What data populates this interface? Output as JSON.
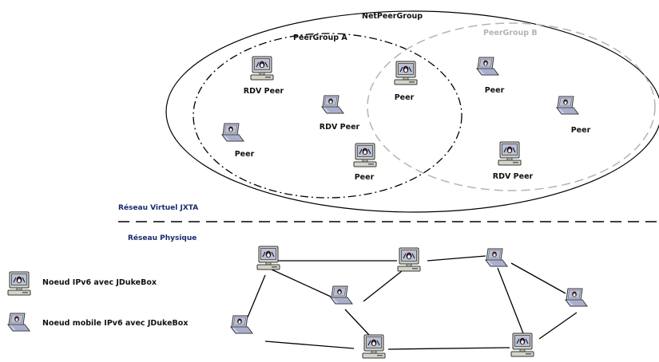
{
  "virtual_network": {
    "groups": {
      "net": "NetPeerGroup",
      "a": "PeerGroup A",
      "b": "PeerGroup B"
    },
    "nodes": [
      {
        "kind": "desktop",
        "label": "RDV Peer"
      },
      {
        "kind": "laptop",
        "label": "RDV Peer"
      },
      {
        "kind": "laptop",
        "label": "Peer"
      },
      {
        "kind": "desktop",
        "label": "Peer"
      },
      {
        "kind": "desktop",
        "label": "Peer"
      },
      {
        "kind": "laptop",
        "label": "Peer"
      },
      {
        "kind": "laptop",
        "label": "Peer"
      },
      {
        "kind": "desktop",
        "label": "RDV Peer"
      }
    ]
  },
  "sections": {
    "virtual": "Réseau Virtuel JXTA",
    "physical": "Réseau Physique"
  },
  "legend": {
    "desktop": "Noeud IPv6 avec JDukeBox",
    "laptop": "Noeud mobile IPv6 avec JDukeBox"
  },
  "colors": {
    "section_text": "#1a2a6c",
    "group_b": "#b4b4b4",
    "icon_screen": "#b9c0d8",
    "icon_case": "#d4d4c8",
    "link": "#000000"
  }
}
